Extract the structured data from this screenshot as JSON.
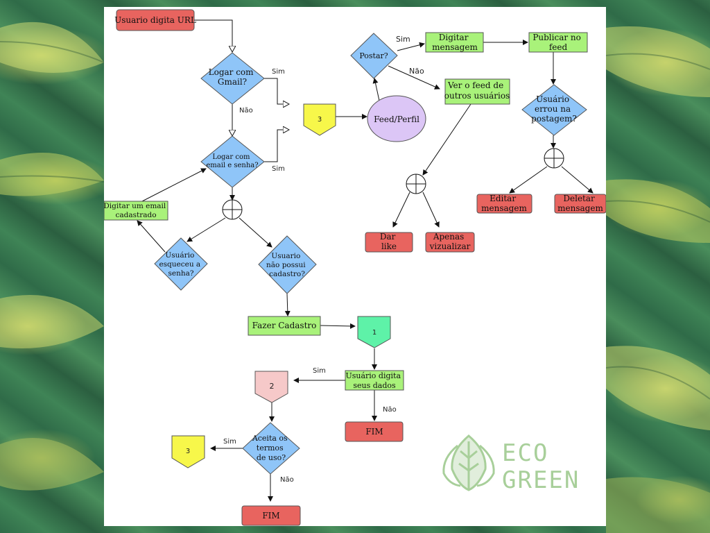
{
  "nodes": {
    "start": "Usuario digita URL",
    "gmail_q": [
      "Logar com",
      "Gmail?"
    ],
    "email_q": [
      "Logar com",
      "email e senha?"
    ],
    "digitar_email": [
      "Digitar um email",
      "cadastrado"
    ],
    "esqueceu_q": [
      "Usuário",
      "esqueceu a",
      "senha?"
    ],
    "sem_cadastro_q": [
      "Usuario",
      "não possui",
      "cadastro?"
    ],
    "fazer_cadastro": "Fazer Cadastro",
    "conn1": "1",
    "digita_dados": [
      "Usuário digita",
      "seus dados"
    ],
    "fim1": "FIM",
    "conn2": "2",
    "aceita_q": [
      "Aceita os",
      "termos",
      "de uso?"
    ],
    "conn3_bottom": "3",
    "fim2": "FIM",
    "conn3_top": "3",
    "feed": "Feed/Perfil",
    "postar_q": "Postar?",
    "digitar_msg": [
      "Digitar",
      "mensagem"
    ],
    "publicar": [
      "Publicar no",
      "feed"
    ],
    "ver_feed": [
      "Ver o feed de",
      "outros usuários"
    ],
    "errou_q": [
      "Usuário",
      "errou na",
      "postagem?"
    ],
    "editar": [
      "Editar",
      "mensagem"
    ],
    "deletar": [
      "Deletar",
      "mensagem"
    ],
    "dar_like": [
      "Dar",
      "like"
    ],
    "apenas": [
      "Apenas",
      "vizualizar"
    ]
  },
  "edge_labels": {
    "gmail_sim": "Sim",
    "gmail_nao": "Não",
    "email_sim": "Sim",
    "postar_sim": "Sim",
    "postar_nao": "Não",
    "dados_sim": "Sim",
    "dados_nao": "Não",
    "aceita_sim": "Sim",
    "aceita_nao": "Não"
  },
  "logo": {
    "line1": "ECO",
    "line2": "GREEN"
  },
  "colors": {
    "red": "#e8645f",
    "green": "#a9f27a",
    "blue": "#8fc5f8",
    "yellow": "#f7f74a",
    "teal": "#5ef2a8",
    "pink": "#f6c9c9",
    "purple": "#dcc6f6",
    "logo": "#a8cf9a"
  }
}
